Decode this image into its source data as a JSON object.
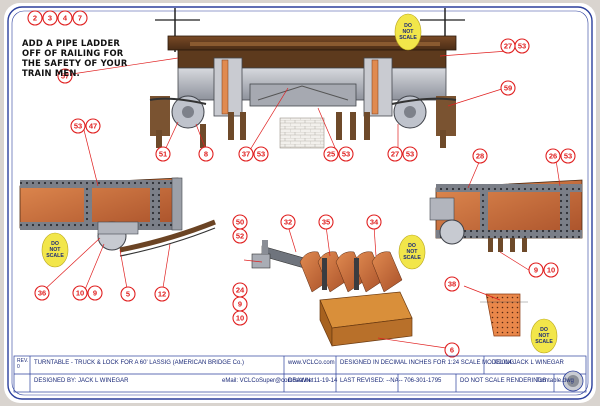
{
  "note": {
    "lines": [
      "ADD A PIPE LADDER",
      "OFF OF RAILING FOR",
      "THE SAFETY OF YOUR",
      "TRAIN MEN."
    ]
  },
  "badges": {
    "do_not_scale": [
      "DO",
      "NOT",
      "SCALE"
    ]
  },
  "callouts": {
    "top_left": [
      "2",
      "3",
      "4",
      "7"
    ],
    "c57": "57",
    "c27_top": "27",
    "c53_top": "53",
    "c59": "59",
    "c53_left": "53",
    "c47_left": "47",
    "c51": "51",
    "c8": "8",
    "c37": "37",
    "c53_mid1": "53",
    "c25": "25",
    "c53_mid2": "53",
    "c27_mid": "27",
    "c53_mid3": "53",
    "c28": "28",
    "c26": "26",
    "c53_right": "53",
    "c50": "50",
    "c52": "52",
    "c32": "32",
    "c35": "35",
    "c34": "34",
    "c36": "36",
    "c10_left": "10",
    "c9_left": "9",
    "c5": "5",
    "c12": "12",
    "c24": "24",
    "c9_mid": "9",
    "c10_mid": "10",
    "c38": "38",
    "c6": "6",
    "c9_right": "9",
    "c10_right": "10"
  },
  "title_block": {
    "revision_label": "REV. 0",
    "title": "TURNTABLE  -  TRUCK & LOCK FOR A 60' LASSIG (AMERICAN BRIDGE Co.)",
    "website": "www.VCLCo.com",
    "scale_note": "DESIGNED IN DECIMAL INCHES FOR 1:24 SCALE MODELING",
    "copyright": "©2014  JACK L WINEGAR",
    "designed_by": "DESIGNED BY:  JACK L WINEGAR",
    "email": "eMail:  VCLCoSuper@comcast.net",
    "drawn": "DRAWN:  11-19-14",
    "last_revised": "LAST REVISED:  --NA--",
    "phone": "706-301-1795",
    "render_note": "DO NOT SCALE RENDERINGS",
    "filename": "Turntable.dwg"
  },
  "colors": {
    "paper": "#ffffff",
    "border_blue": "#2b3f9c",
    "callout_red": "#e02020",
    "steel": "#b9bcc4",
    "copper": "#c86a36",
    "timber": "#6b4424",
    "badge_yellow": "#f2e64a"
  }
}
